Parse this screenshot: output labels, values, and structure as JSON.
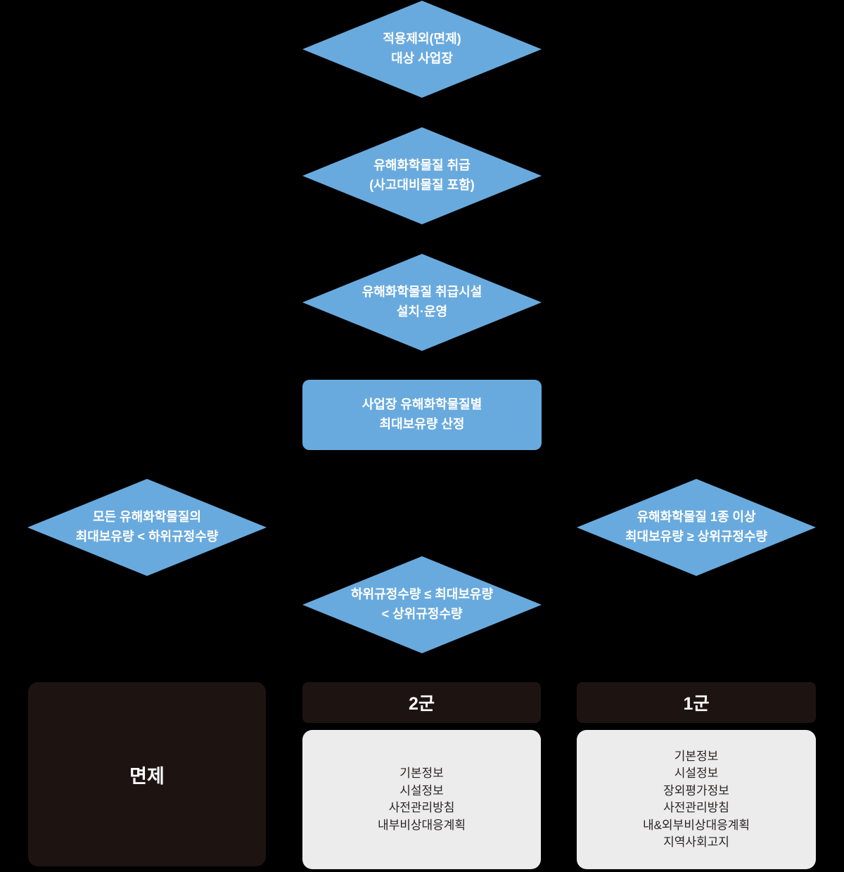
{
  "colors": {
    "background": "#000000",
    "node_blue": "#69aade",
    "dark_box": "#1d1412",
    "light_box": "#ececec",
    "light_box_text": "#2a2424",
    "white_text": "#ffffff"
  },
  "nodes": {
    "exclusion_diamond": {
      "lines": [
        "적용제외(면제)",
        "대상 사업장"
      ]
    },
    "handling_diamond": {
      "lines": [
        "유해화학물질 취급",
        "(사고대비물질 포함)"
      ]
    },
    "facility_diamond": {
      "lines": [
        "유해화학물질 취급시설",
        "설치·운영"
      ]
    },
    "calc_rect": {
      "lines": [
        "사업장 유해화학물질별",
        "최대보유량 산정"
      ]
    },
    "below_lower_diamond": {
      "lines": [
        "모든 유해화학물질의",
        "최대보유량 < 하위규정수량"
      ]
    },
    "between_diamond": {
      "lines": [
        "하위규정수량 ≤ 최대보유량",
        "< 상위규정수량"
      ]
    },
    "above_upper_diamond": {
      "lines": [
        "유해화학물질 1종 이상",
        "최대보유량 ≥ 상위규정수량"
      ]
    },
    "exempt_box": {
      "label": "면제"
    },
    "group2": {
      "header": "2군",
      "items": [
        "기본정보",
        "시설정보",
        "사전관리방침",
        "내부비상대응계획"
      ]
    },
    "group1": {
      "header": "1군",
      "items": [
        "기본정보",
        "시설정보",
        "장외평가정보",
        "사전관리방침",
        "내&외부비상대응계획",
        "지역사회고지"
      ]
    }
  }
}
